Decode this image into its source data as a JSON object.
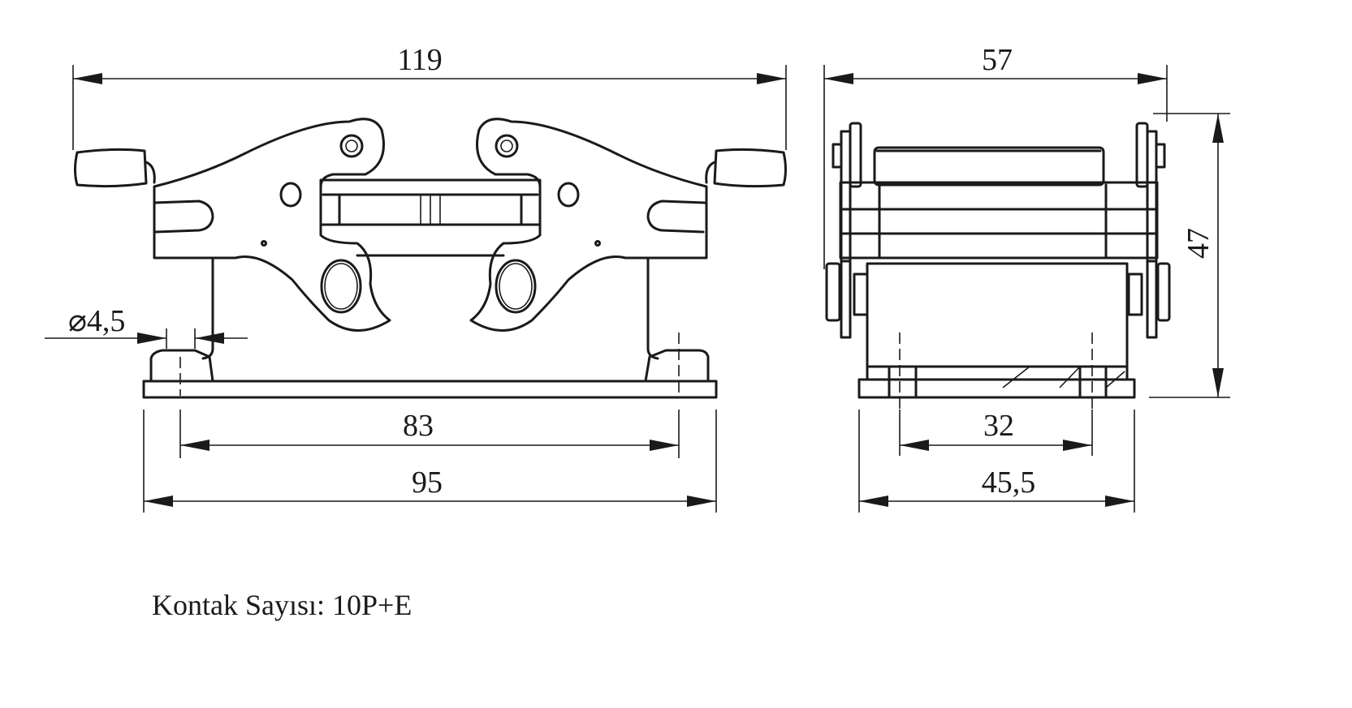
{
  "drawing": {
    "front_view": {
      "overall_width": "119",
      "hole_diameter": "⌀4,5",
      "hole_spacing": "83",
      "base_width": "95"
    },
    "side_view": {
      "overall_width": "57",
      "height": "47",
      "hole_spacing": "32",
      "base_width": "45,5"
    },
    "caption": "Kontak Sayısı: 10P+E"
  }
}
